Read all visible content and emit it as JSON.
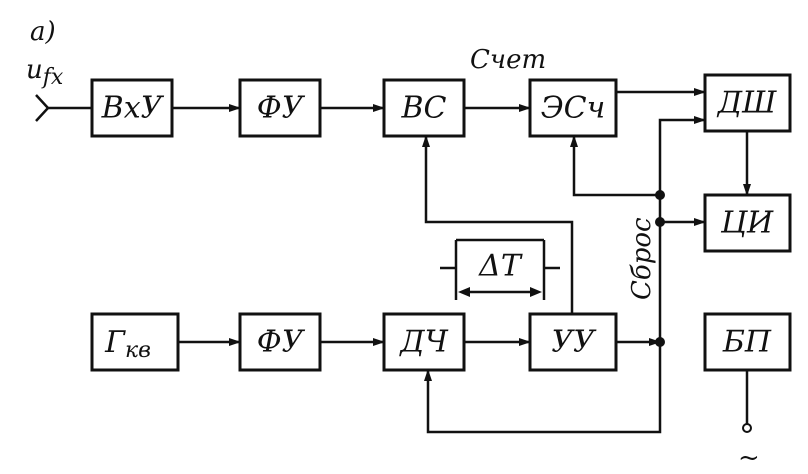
{
  "figure_label": "а)",
  "input_label": "u",
  "input_subscript": "fx",
  "count_label": "Счет",
  "reset_label": "Сброс",
  "interval_label": "ΔT",
  "power_symbol": "~",
  "blocks": {
    "vxu": "ВхУ",
    "fu1": "ФУ",
    "vs": "ВС",
    "esch": "ЭСч",
    "dsh": "ДШ",
    "ci": "ЦИ",
    "gkv": "Г",
    "gkv_sub": "кв",
    "fu2": "ФУ",
    "dch": "ДЧ",
    "uu": "УУ",
    "bp": "БП"
  }
}
